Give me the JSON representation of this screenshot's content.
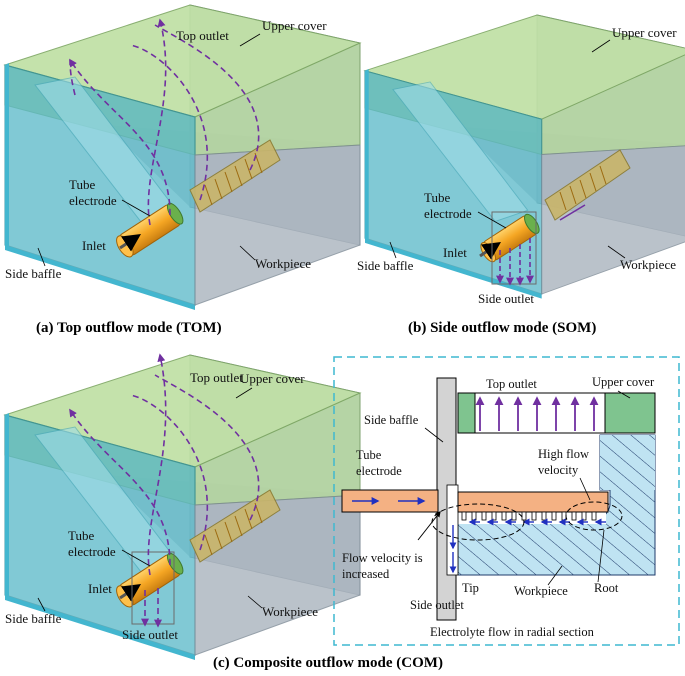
{
  "panels": {
    "a": {
      "caption": "(a) Top outflow mode (TOM)",
      "labels": {
        "top_outlet": "Top outlet",
        "upper_cover": "Upper cover",
        "tube_electrode": [
          "Tube",
          "electrode"
        ],
        "inlet": "Inlet",
        "side_baffle": "Side baffle",
        "workpiece": "Workpiece"
      }
    },
    "b": {
      "caption": "(b) Side outflow mode (SOM)",
      "labels": {
        "upper_cover": "Upper cover",
        "tube_electrode": [
          "Tube",
          "electrode"
        ],
        "inlet": "Inlet",
        "side_baffle": "Side baffle",
        "workpiece": "Workpiece",
        "side_outlet": "Side outlet"
      }
    },
    "c": {
      "caption": "(c) Composite outflow mode (COM)",
      "labels": {
        "top_outlet": "Top outlet",
        "upper_cover": "Upper cover",
        "tube_electrode": [
          "Tube",
          "electrode"
        ],
        "inlet": "Inlet",
        "side_baffle": "Side baffle",
        "workpiece": "Workpiece",
        "side_outlet": "Side outlet"
      }
    },
    "section": {
      "title": "Electrolyte flow in radial section",
      "labels": {
        "top_outlet": "Top outlet",
        "upper_cover": "Upper cover",
        "side_baffle": "Side baffle",
        "tube_electrode": [
          "Tube",
          "electrode"
        ],
        "high_flow": [
          "High flow",
          "velocity"
        ],
        "flow_increased": [
          "Flow velocity is",
          "increased"
        ],
        "tip": "Tip",
        "workpiece": "Workpiece",
        "root": "Root",
        "side_outlet": "Side outlet"
      }
    }
  },
  "colors": {
    "cover_green": "#a9d08e",
    "baffle_cyan": "#5fc9d6",
    "workpiece_gray": "#b9c3cc",
    "electrode_orange": "#f5a623",
    "flow_purple": "#7030a0",
    "section_blue": "#bfe3f2",
    "section_electrode": "#f4b183",
    "frame_cyan": "#3fb8d0"
  }
}
